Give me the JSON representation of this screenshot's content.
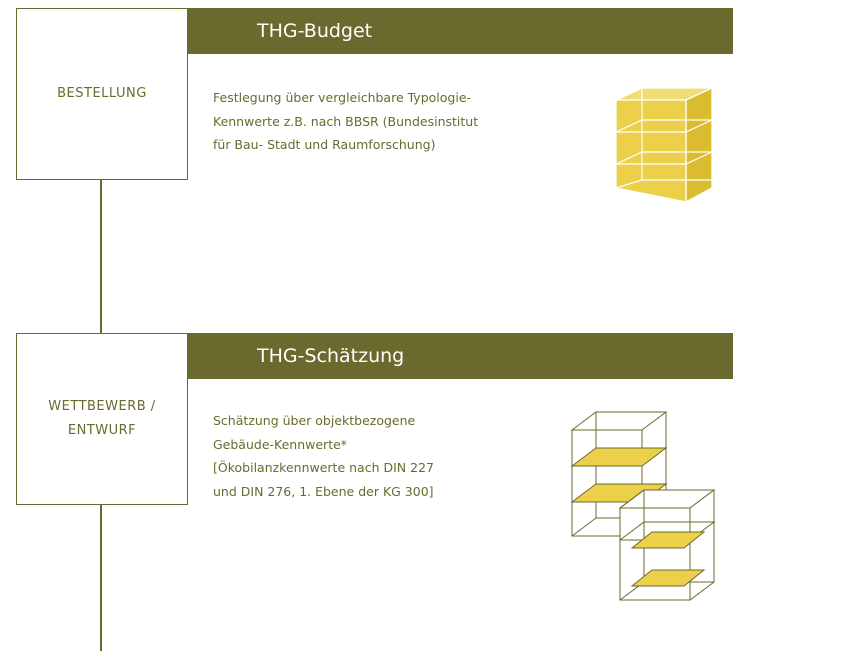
{
  "colors": {
    "olive": "#6b6a2e",
    "yellow": "#ecd04a",
    "banner_text": "#ffffff"
  },
  "stages": [
    {
      "phase_label": "BESTELLUNG",
      "title": "THG-Budget",
      "description": "Festlegung über vergleichbare Typologie-\nKennwerte z.B. nach BBSR (Bundesinstitut\nfür Bau- Stadt und Raumforschung)",
      "icon": "filled-cube-icon"
    },
    {
      "phase_label": "WETTBEWERB /\nENTWURF",
      "title": "THG-Schätzung",
      "description": "Schätzung über objektbezogene\nGebäude-Kennwerte*\n[Ökobilanzkennwerte nach DIN 227\nund DIN 276, 1. Ebene der KG 300]",
      "icon": "stacked-cubes-icon"
    }
  ]
}
